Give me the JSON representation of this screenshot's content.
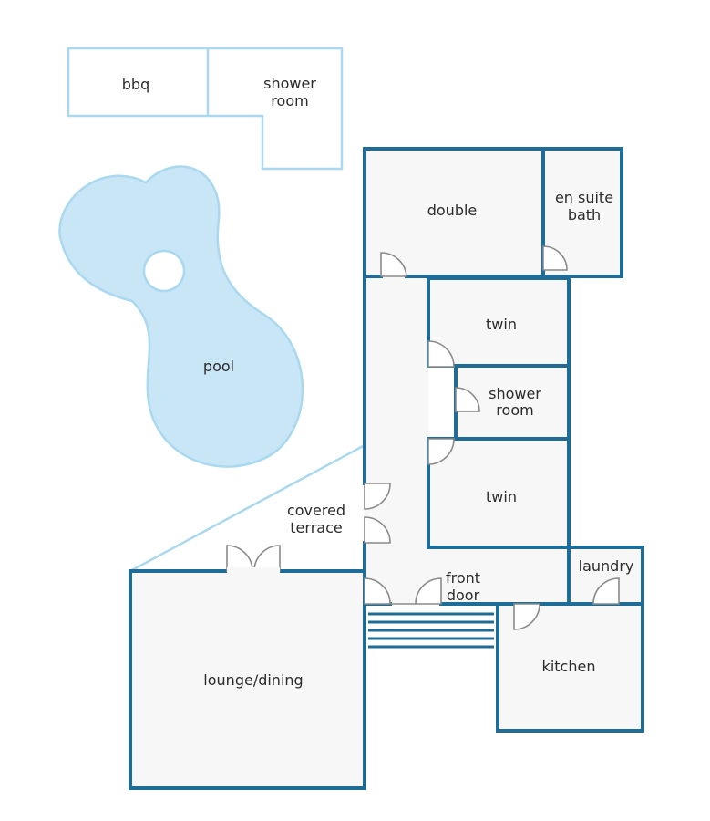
{
  "colors": {
    "wall": "#1f6d96",
    "outbuilding": "#a9d8ef",
    "pool_fill": "#c8e6f6",
    "pool_stroke": "#a9d8ef",
    "floor": "#f7f7f7",
    "door": "#8a8a8a"
  },
  "outbuilding": {
    "bbq": "bbq",
    "shower_room": [
      "shower",
      "room"
    ]
  },
  "pool": "pool",
  "rooms": {
    "double": "double",
    "en_suite_bath": [
      "en suite",
      "bath"
    ],
    "twin_upper": "twin",
    "shower_room": [
      "shower",
      "room"
    ],
    "twin_lower": "twin",
    "covered_terrace": [
      "covered",
      "terrace"
    ],
    "front_door": [
      "front",
      "door"
    ],
    "laundry": "laundry",
    "kitchen": "kitchen",
    "lounge_dining": "lounge/dining"
  }
}
